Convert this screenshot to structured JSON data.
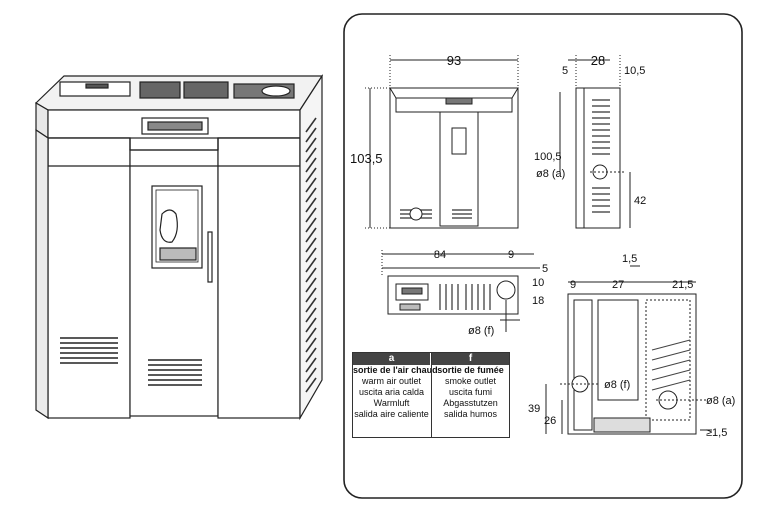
{
  "dimensions": {
    "front_width": "93",
    "front_height": "103,5",
    "side_depth": "28",
    "side_left_offset": "5",
    "side_right_offset": "10,5",
    "side_outlet_height": "100,5",
    "side_outlet_label": "ø8 (a)",
    "side_lower_height": "42",
    "top_width": "84",
    "top_right": "9",
    "top_r1": "5",
    "top_r2": "10",
    "top_r3": "18",
    "top_outlet_label": "ø8 (f)",
    "rear_top_small": "1,5",
    "rear_left": "9",
    "rear_mid": "27",
    "rear_right": "21,5",
    "rear_left_outlet": "ø8 (f)",
    "rear_right_outlet": "ø8 (a)",
    "rear_h1": "39",
    "rear_h2": "26",
    "rear_bottom": "≥1,5"
  },
  "legend": {
    "col_a": {
      "head": "a",
      "lines": [
        "sortie de l'air chaud",
        "warm air outlet",
        "uscita aria calda",
        "Warmluft",
        "salida aire caliente"
      ]
    },
    "col_f": {
      "head": "f",
      "lines": [
        "sortie de fumée",
        "smoke outlet",
        "uscita fumi",
        "Abgasstutzen",
        "salida humos"
      ]
    }
  }
}
